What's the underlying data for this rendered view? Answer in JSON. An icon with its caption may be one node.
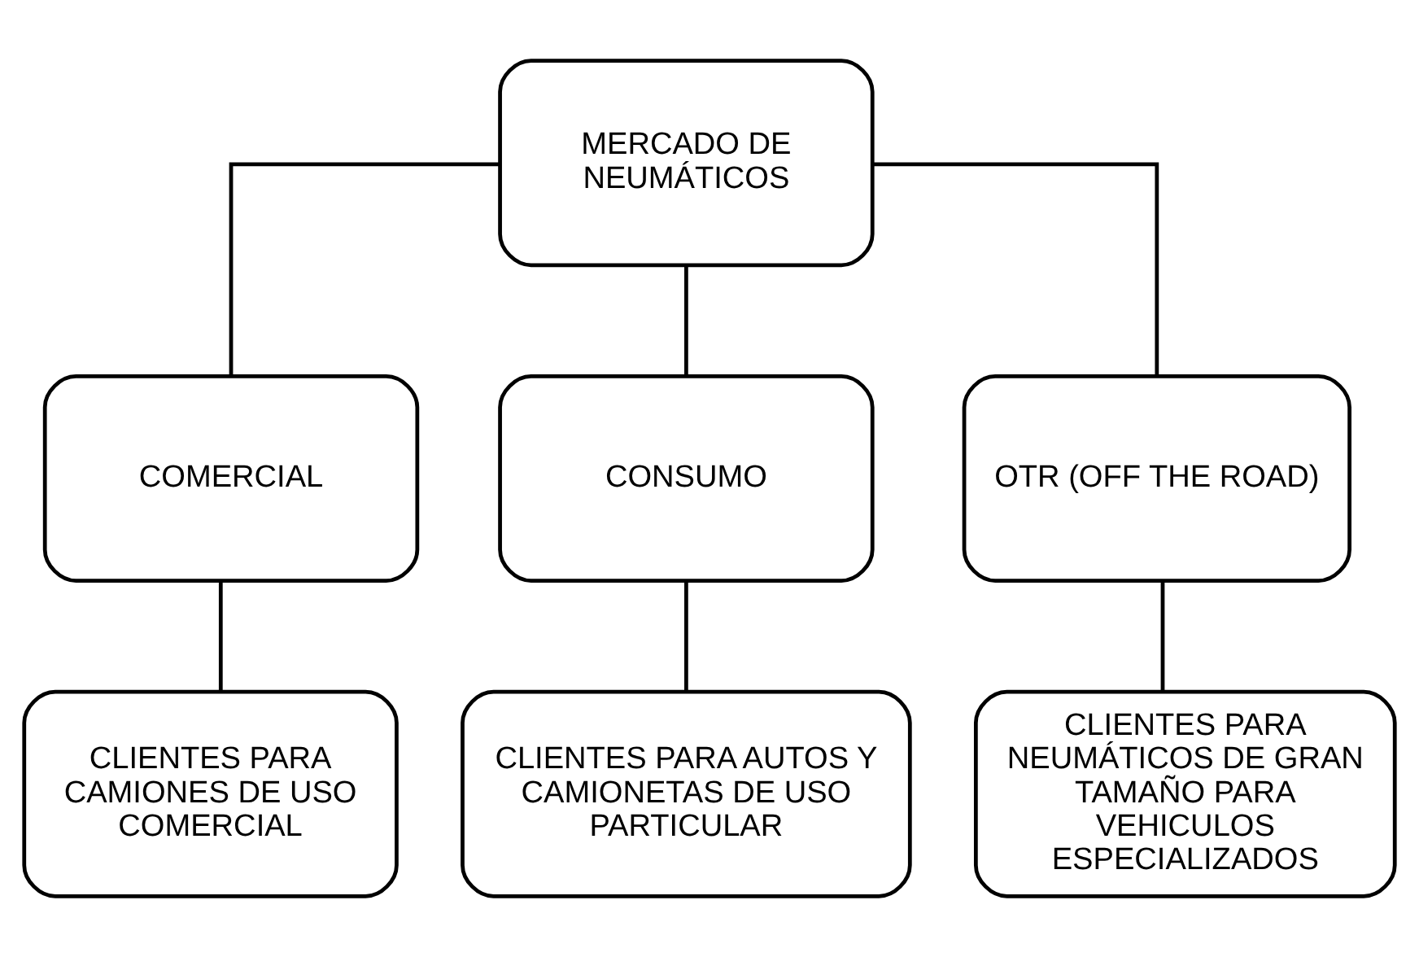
{
  "diagram": {
    "nodes": [
      {
        "text": [
          "MERCADO DE NEUMÁTICOS"
        ]
      },
      {
        "text": [
          "COMERCIAL"
        ]
      },
      {
        "text": [
          "CONSUMO"
        ]
      },
      {
        "text": [
          "OTR (OFF THE ROAD)"
        ]
      },
      {
        "text": [
          "CLIENTES PARA CAMIONES DE USO COMERCIAL"
        ]
      },
      {
        "text": [
          "CLIENTES PARA AUTOS Y CAMIONETAS DE USO PARTICULAR"
        ]
      },
      {
        "text": [
          "CLIENTES PARA NEUMÁTICOS DE GRAN TAMAÑO PARA VEHICULOS ESPECIALIZADOS"
        ]
      }
    ],
    "edges": [
      {
        "from": 0,
        "to": 1,
        "arrow": "none"
      },
      {
        "from": 0,
        "to": 2,
        "arrow": "none"
      },
      {
        "from": 0,
        "to": 3,
        "arrow": "none"
      },
      {
        "from": 1,
        "to": 4,
        "arrow": "none"
      },
      {
        "from": 2,
        "to": 5,
        "arrow": "none"
      },
      {
        "from": 3,
        "to": 6,
        "arrow": "none"
      }
    ]
  }
}
